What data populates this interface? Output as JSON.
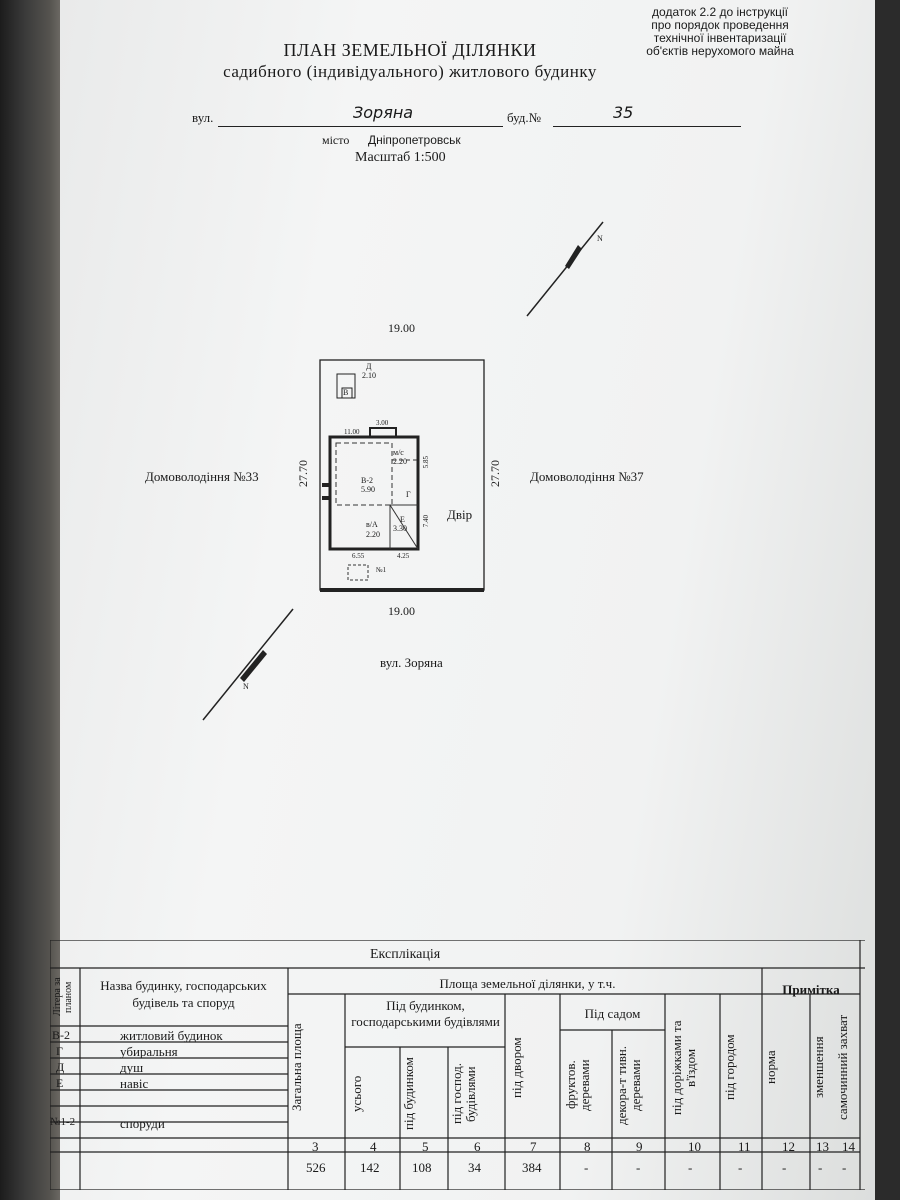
{
  "appendix": [
    "додаток 2.2 до інструкції",
    "про порядок проведення",
    "технічної інвентаризації",
    "об'єктів нерухомого майна"
  ],
  "header": {
    "title": "ПЛАН ЗЕМЕЛЬНОЇ ДІЛЯНКИ",
    "subtitle": "садибного (індивідуального) житлового будинку",
    "street_label": "вул.",
    "street_value": "Зоряна",
    "house_label": "буд.№",
    "house_value": "35",
    "city_label": "місто",
    "city_value": "Дніпропетровськ",
    "scale": "Масштаб 1:500"
  },
  "plan": {
    "top_width": "19.00",
    "bottom_width": "19.00",
    "left_depth": "27.70",
    "right_depth": "27.70",
    "neighbor_left": "Домоволодіння №33",
    "neighbor_right": "Домоволодіння №37",
    "yard": "Двір",
    "street_bottom": "вул. Зоряна",
    "shower_label": "Д",
    "shower_area": "2.10",
    "toilet_label": "В",
    "dim_11": "11.00",
    "dim_3": "3.00",
    "dim_585": "5.85",
    "dim_740": "7.40",
    "dim_655": "6.55",
    "dim_425": "4.25",
    "room_b2": "В-2",
    "room_b2_area": "5.90",
    "room_ms": "м/с",
    "room_ms_area": "2.20",
    "room_va": "в/А",
    "room_va_area": "2.20",
    "room_e": "Е",
    "room_e_area": "3.30",
    "room_g": "Г",
    "well_label": "№1",
    "north_a": "N",
    "north_b": "N"
  },
  "explication": {
    "caption": "Експлікація",
    "col_letter": "Літера за планом",
    "col_name": "Назва будинку, господарських будівель та споруд",
    "col_area_group": "Площа земельної ділянки, у т.ч.",
    "col_total": "Загальна площа",
    "col_buildings_group": "Під будинком, господарськими будівлями",
    "col_all": "усього",
    "col_house": "під будинком",
    "col_outbuild": "під господ. будівлями",
    "col_yard": "під двором",
    "col_garden_group": "Під садом",
    "col_fruit": "фруктов. деревами",
    "col_decor": "декора-т тивн. деревами",
    "col_paths": "під доріжками та в'їздом",
    "col_vegetable": "під городом",
    "col_note_group": "Примітка",
    "col_norm": "норма",
    "col_reduce": "зменшення",
    "col_selfcapture": "самочинний захват",
    "rows": [
      {
        "letter": "В-2",
        "name": "житловий будинок"
      },
      {
        "letter": "Г",
        "name": "убиральня"
      },
      {
        "letter": "Д",
        "name": "душ"
      },
      {
        "letter": "Е",
        "name": "навіс"
      },
      {
        "letter": "",
        "name": ""
      },
      {
        "letter": "№1-2",
        "name": "споруди"
      }
    ],
    "numbers": [
      "3",
      "4",
      "5",
      "6",
      "7",
      "8",
      "9",
      "10",
      "11",
      "12",
      "13",
      "14"
    ],
    "values": [
      "526",
      "142",
      "108",
      "34",
      "384",
      "-",
      "-",
      "-",
      "-",
      "-",
      "-",
      "-"
    ]
  }
}
